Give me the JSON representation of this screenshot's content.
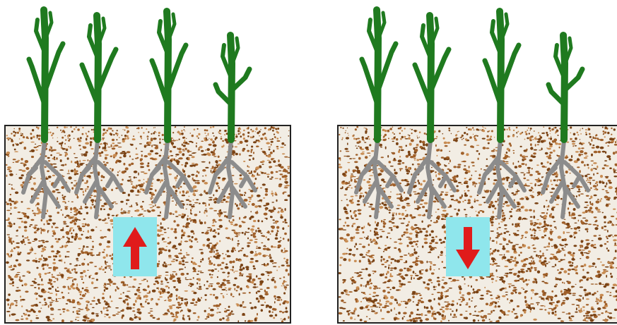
{
  "diagram": {
    "panels": [
      {
        "id": "left",
        "arrow": "up-arrow-icon",
        "arrow_direction": "up",
        "plant_count": 4
      },
      {
        "id": "right",
        "arrow": "down-arrow-icon",
        "arrow_direction": "down",
        "plant_count": 4
      }
    ],
    "colors": {
      "background": "#ffffff",
      "soil_base": "#f2ede4",
      "soil_dark": "#7a4315",
      "soil_mid": "#a0602a",
      "soil_light": "#c88c52",
      "foliage": "#1f7a1f",
      "roots": "#8c8c8c",
      "box_fill": "#8fe6ec",
      "arrow": "#e01b1b",
      "border": "#222222"
    }
  }
}
